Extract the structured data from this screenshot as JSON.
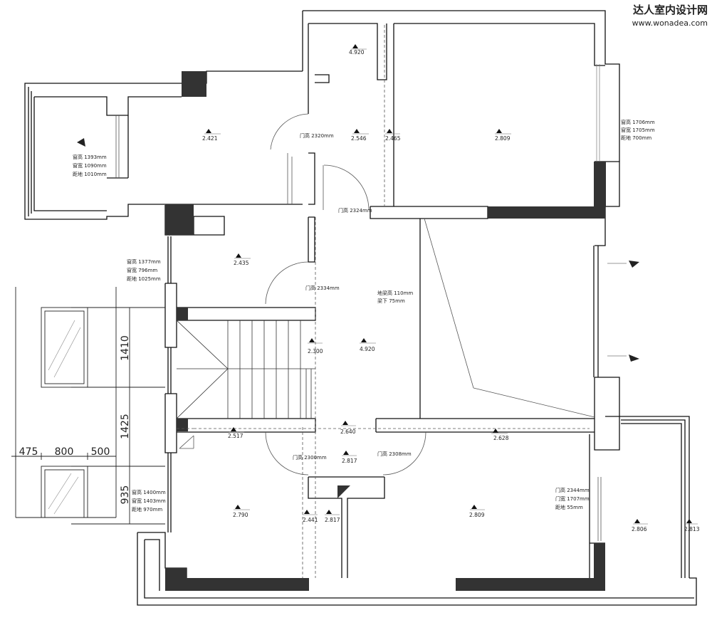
{
  "watermark": {
    "title": "达人室内设计网",
    "url": "www.wonadea.com"
  },
  "levels": [
    "4.920",
    "2.421",
    "2.546",
    "2.465",
    "2.809",
    "2.435",
    "2.300",
    "4.920",
    "2.640",
    "2.517",
    "2.628",
    "2.817",
    "2.790",
    "2.441",
    "2.817",
    "2.809",
    "2.806",
    "2.813"
  ],
  "annotations": {
    "win_left": [
      "窗高  1393mm",
      "窗宽  1090mm",
      "距地  1010mm"
    ],
    "win_right_top": [
      "窗高  1706mm",
      "窗宽  1705mm",
      "距地  700mm"
    ],
    "door_a": "门高  2320mm",
    "door_b": "门高  2324mm",
    "win_mid": [
      "窗高  1377mm",
      "窗宽  796mm",
      "距地  1025mm"
    ],
    "door_c": "门高  2334mm",
    "beam": [
      "地梁高  110mm",
      "梁下  75mm"
    ],
    "door_d": "门高  2300mm",
    "door_e": "门高  2308mm",
    "win_low": [
      "窗高  1400mm",
      "窗宽  1403mm",
      "距地  970mm"
    ],
    "door_f": [
      "门高  2344mm",
      "门宽  1707mm",
      "距地  55mm"
    ]
  },
  "dimensions": {
    "vertical": [
      "1410",
      "1425",
      "935"
    ],
    "horizontal": [
      "475",
      "800",
      "500"
    ]
  }
}
